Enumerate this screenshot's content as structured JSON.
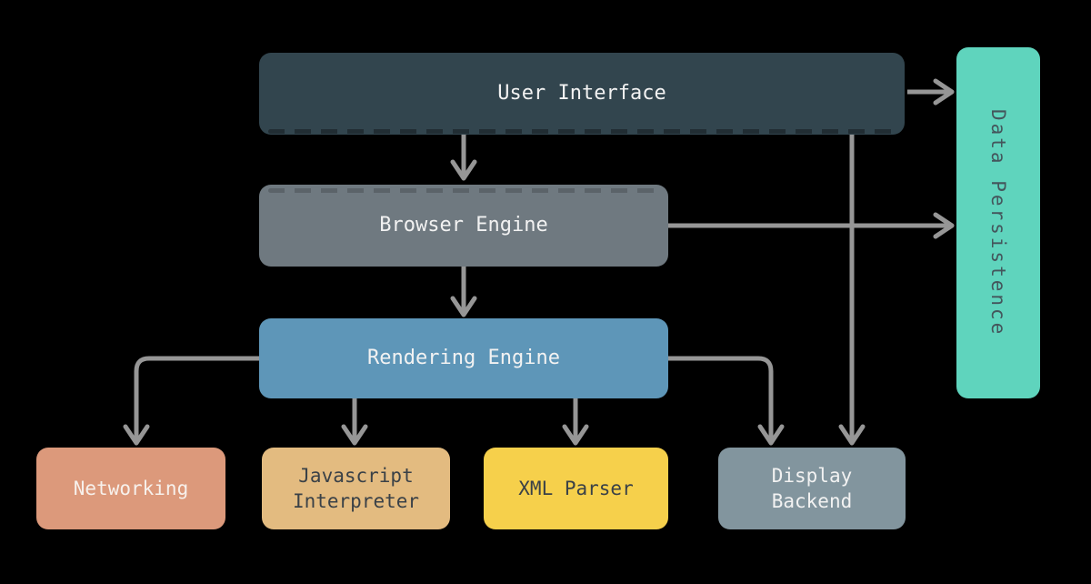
{
  "diagram": {
    "type": "flowchart",
    "background_color": "#000000",
    "arrow_color": "#969696",
    "nodes": [
      {
        "id": "user-interface",
        "label": "User Interface",
        "bg": "#32454E",
        "text_color": "#F2F2F2"
      },
      {
        "id": "browser-engine",
        "label": "Browser Engine",
        "bg": "#6F7980",
        "text_color": "#F2F2F2"
      },
      {
        "id": "rendering-engine",
        "label": "Rendering Engine",
        "bg": "#5E96B8",
        "text_color": "#F2F2F2"
      },
      {
        "id": "networking",
        "label": "Networking",
        "bg": "#DC997B",
        "text_color": "#F7F1EC"
      },
      {
        "id": "javascript-interpreter",
        "label": "Javascript Interpreter",
        "bg": "#E3BB80",
        "text_color": "#3A4147"
      },
      {
        "id": "xml-parser",
        "label": "XML Parser",
        "bg": "#F6D04B",
        "text_color": "#3A4147"
      },
      {
        "id": "display-backend",
        "label": "Display Backend",
        "bg": "#82959E",
        "text_color": "#F2F2F2"
      },
      {
        "id": "data-persistence",
        "label": "Data Persistence",
        "bg": "#5FD4BD",
        "text_color": "#44565C",
        "orientation": "vertical"
      }
    ],
    "edges": [
      {
        "from": "user-interface",
        "to": "browser-engine"
      },
      {
        "from": "user-interface",
        "to": "data-persistence"
      },
      {
        "from": "user-interface",
        "to": "display-backend"
      },
      {
        "from": "browser-engine",
        "to": "rendering-engine"
      },
      {
        "from": "browser-engine",
        "to": "data-persistence"
      },
      {
        "from": "rendering-engine",
        "to": "networking"
      },
      {
        "from": "rendering-engine",
        "to": "javascript-interpreter"
      },
      {
        "from": "rendering-engine",
        "to": "xml-parser"
      },
      {
        "from": "rendering-engine",
        "to": "display-backend"
      }
    ]
  }
}
